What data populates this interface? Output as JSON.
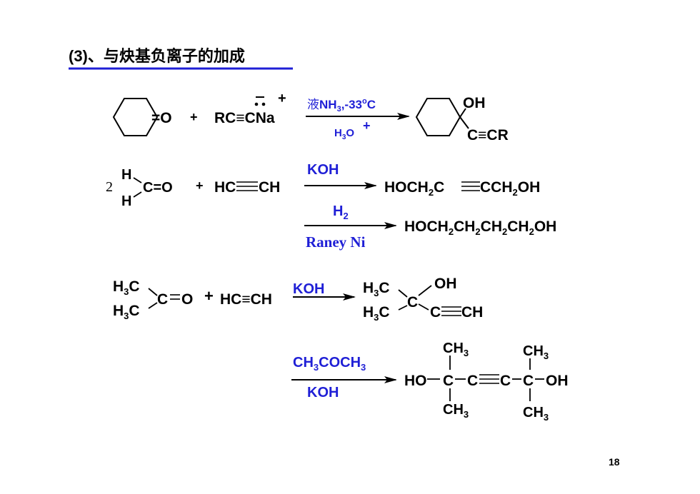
{
  "title": "(3)、与炔基负离子的加成",
  "page_number": "18",
  "r1": {
    "ketone_o": "=O",
    "plus": "+",
    "reagent": "RC≡CNa",
    "charge": "+",
    "cond_top_prefix": "液",
    "cond_top_nh": "NH",
    "cond_top_sub3": "3",
    "cond_top_mid": ",-33",
    "cond_top_o": "o",
    "cond_top_c": "C",
    "cond_bottom_h": "H",
    "cond_bottom_sub": "3",
    "cond_bottom_o": "O",
    "cond_bottom_plus": "+",
    "prod_oh": "OH",
    "prod_ccr": "C≡CR"
  },
  "r2": {
    "coef": "2",
    "h_top": "H",
    "h_bottom": "H",
    "co": "C=O",
    "plus": "+",
    "alkyne_left": "HC",
    "alkyne_right": "CH",
    "cond": "KOH",
    "product": [
      "HOCH",
      "2",
      "C",
      "CCH",
      "2",
      "OH"
    ]
  },
  "r3": {
    "cond_h": "H",
    "cond_sub": "2",
    "cond_bottom": "Raney Ni",
    "product": [
      "HOCH",
      "2",
      "CH",
      "2",
      "CH",
      "2",
      "CH",
      "2",
      "OH"
    ]
  },
  "r4": {
    "me": "H",
    "me_sub": "3",
    "me_c": "C",
    "center_c": "C",
    "eq_o": "O",
    "plus": "+",
    "alkyne": "HC≡CH",
    "cond": "KOH",
    "prod_oh": "OH",
    "prod_c": "C",
    "prod_alkyne_left": "C",
    "prod_alkyne_right": "CH"
  },
  "r5": {
    "cond_top": [
      "CH",
      "3",
      "COCH",
      "3"
    ],
    "cond_bottom": "KOH",
    "ch": "CH",
    "ch_sub": "3",
    "ho": "HO",
    "c": "C",
    "oh": "OH"
  }
}
